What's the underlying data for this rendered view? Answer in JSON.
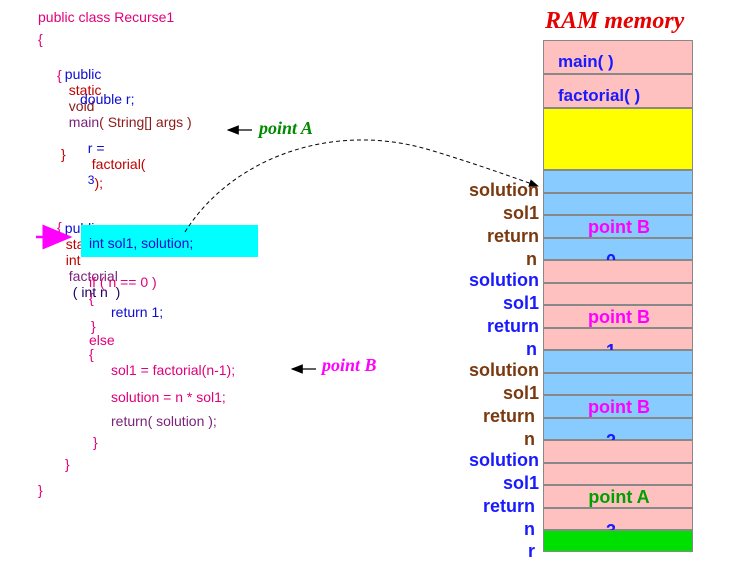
{
  "code": {
    "class_decl": "public class Recurse1",
    "open_brace_1": "{",
    "main_public": "public",
    "main_static": "static",
    "main_void": "void",
    "main_name": "main",
    "main_params": "( String[] args )",
    "open_brace_2": "{",
    "double_r": "double r;",
    "assign_r": "r =",
    "assign_call": "factorial(",
    "assign_arg": "3",
    "assign_end": ");",
    "close_brace_main": "}",
    "fact_public": "public",
    "fact_static": "static",
    "fact_int": "int",
    "fact_name": "factorial",
    "fact_params": "( int n  )",
    "open_brace_3": "{",
    "local_decl": "int sol1, solution;",
    "if_line": "if ( n == 0 )",
    "open_brace_if": "{",
    "return_1": "return 1;",
    "close_brace_if": "}",
    "else_kw": "else",
    "open_brace_else": "{",
    "sol1_line": "sol1 = factorial(n-1);",
    "solution_line": "solution = n * sol1;",
    "return_line": "return( solution );",
    "close_brace_else": "}",
    "close_brace_fact": "}",
    "close_brace_class": "}"
  },
  "annotations": {
    "point_a": "point A",
    "point_b": "point B"
  },
  "memory": {
    "title": "RAM memory",
    "slots": [
      {
        "text": "main( )",
        "color": "#ffc0c0",
        "text_color": "#1a1aff"
      },
      {
        "text": "factorial( )",
        "color": "#ffc0c0",
        "text_color": "#1a1aff"
      },
      {
        "text": "",
        "color": "#ffff00",
        "text_color": "#000000"
      },
      {
        "text": "",
        "color": "#88ccff",
        "text_color": "#000000"
      },
      {
        "text": "",
        "color": "#88ccff",
        "text_color": "#000000"
      },
      {
        "text": "point B",
        "color": "#88ccff",
        "text_color": "#ff00ff"
      },
      {
        "text": "0",
        "color": "#88ccff",
        "text_color": "#1a1aff"
      },
      {
        "text": "",
        "color": "#ffc0c0",
        "text_color": "#000000"
      },
      {
        "text": "",
        "color": "#ffc0c0",
        "text_color": "#000000"
      },
      {
        "text": "point B",
        "color": "#ffc0c0",
        "text_color": "#ff00ff"
      },
      {
        "text": "1",
        "color": "#ffc0c0",
        "text_color": "#1a1aff"
      },
      {
        "text": "",
        "color": "#88ccff",
        "text_color": "#000000"
      },
      {
        "text": "",
        "color": "#88ccff",
        "text_color": "#000000"
      },
      {
        "text": "point B",
        "color": "#88ccff",
        "text_color": "#ff00ff"
      },
      {
        "text": "2",
        "color": "#88ccff",
        "text_color": "#1a1aff"
      },
      {
        "text": "",
        "color": "#ffc0c0",
        "text_color": "#000000"
      },
      {
        "text": "",
        "color": "#ffc0c0",
        "text_color": "#000000"
      },
      {
        "text": "point A",
        "color": "#ffc0c0",
        "text_color": "#00a000"
      },
      {
        "text": "3",
        "color": "#ffc0c0",
        "text_color": "#1a1aff"
      },
      {
        "text": "",
        "color": "#00e000",
        "text_color": "#000000"
      }
    ],
    "labels": [
      {
        "text": "solution",
        "color": "#7a3a10"
      },
      {
        "text": "sol1",
        "color": "#7a3a10"
      },
      {
        "text": "return",
        "color": "#7a3a10"
      },
      {
        "text": "n",
        "color": "#7a3a10"
      },
      {
        "text": "solution",
        "color": "#1a1aff"
      },
      {
        "text": "sol1",
        "color": "#1a1aff"
      },
      {
        "text": "return",
        "color": "#1a1aff"
      },
      {
        "text": "n",
        "color": "#1a1aff"
      },
      {
        "text": "solution",
        "color": "#7a3a10"
      },
      {
        "text": "sol1",
        "color": "#7a3a10"
      },
      {
        "text": "return",
        "color": "#7a3a10"
      },
      {
        "text": "n",
        "color": "#7a3a10"
      },
      {
        "text": "solution",
        "color": "#1a1aff"
      },
      {
        "text": "sol1",
        "color": "#1a1aff"
      },
      {
        "text": "return",
        "color": "#1a1aff"
      },
      {
        "text": "n",
        "color": "#1a1aff"
      },
      {
        "text": "r",
        "color": "#1a1aff"
      }
    ]
  }
}
